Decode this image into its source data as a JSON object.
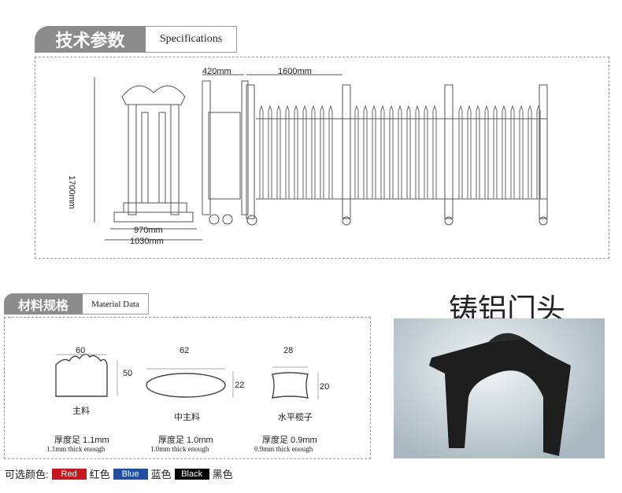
{
  "spec": {
    "title_cn": "技术参数",
    "title_en": "Specifications",
    "dims": {
      "width_top": "420mm",
      "panel": "1600mm",
      "height": "1700mm",
      "base1": "970mm",
      "base2": "1030mm"
    }
  },
  "material": {
    "title_cn": "材料规格",
    "title_en": "Material Data",
    "items": [
      {
        "w": "60",
        "h": "50",
        "name": "主料",
        "thick_cn": "厚度足 1.1mm",
        "thick_en": "1.1mm thick enough"
      },
      {
        "w": "62",
        "h": "22",
        "name": "中主料",
        "thick_cn": "厚度足 1.0mm",
        "thick_en": "1.0mm thick enough"
      },
      {
        "w": "28",
        "h": "20",
        "name": "水平榄子",
        "thick_cn": "厚度足 0.9mm",
        "thick_en": "0.9mm thick enough"
      }
    ]
  },
  "product": {
    "title": "铸铝门头"
  },
  "colors": {
    "label": "可选颜色:",
    "options": [
      {
        "en": "Red",
        "cn": "红色",
        "hex": "#c8161d"
      },
      {
        "en": "Blue",
        "cn": "蓝色",
        "hex": "#1e4fa0"
      },
      {
        "en": "Black",
        "cn": "黑色",
        "hex": "#000000"
      }
    ]
  }
}
